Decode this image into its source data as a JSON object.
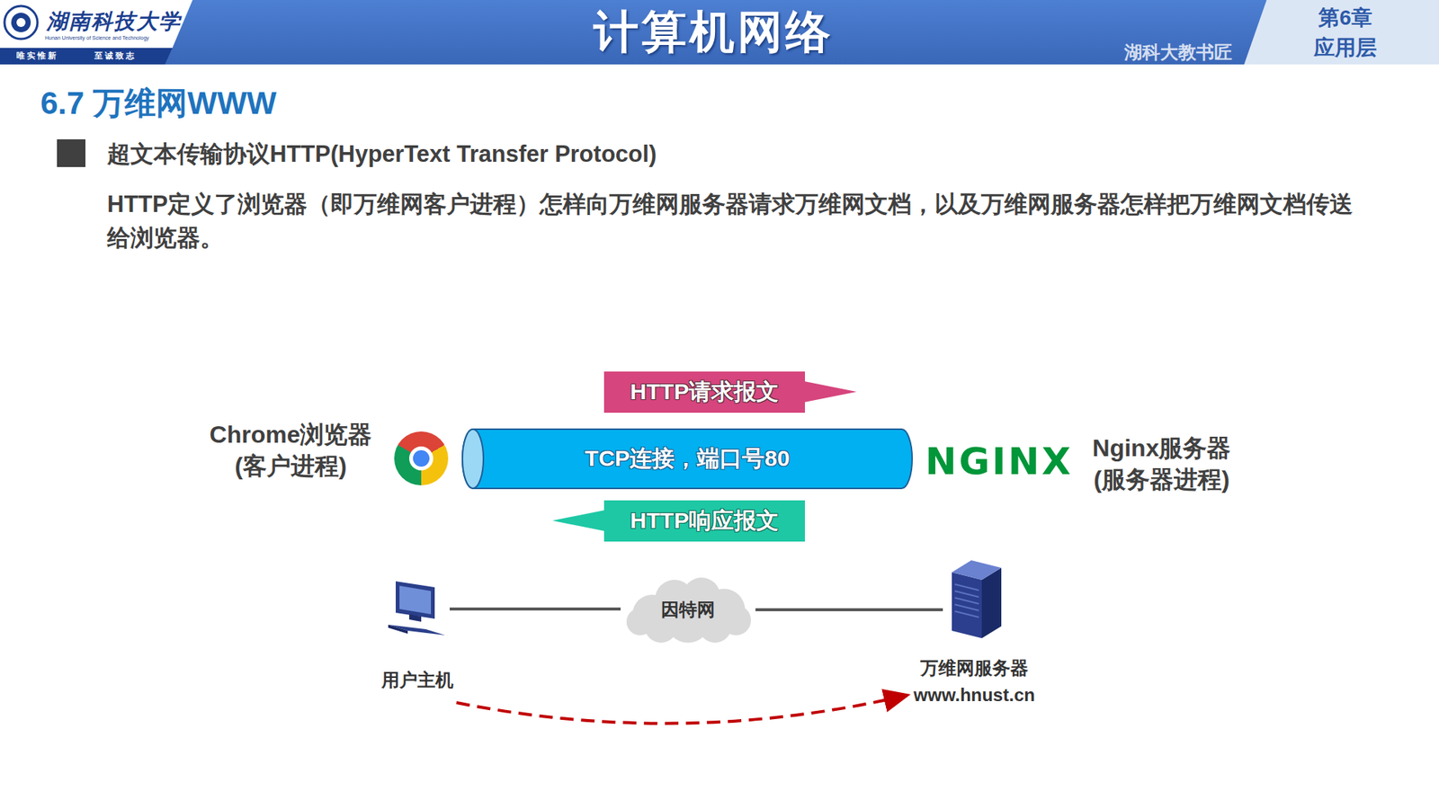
{
  "diagram": {
    "title": "6.7 万维网WWW",
    "nodes": [
      {
        "text": [
          "HTTP请求报文"
        ]
      },
      {
        "text": [
          "TCP连接，端口号80"
        ]
      },
      {
        "text": [
          "HTTP响应报文"
        ]
      },
      {
        "text": [
          "用户主机"
        ]
      },
      {
        "text": [
          "因特网"
        ]
      },
      {
        "text": [
          "万维网服务器",
          "www.hnust.cn"
        ]
      }
    ],
    "edges": [
      {
        "from": 3,
        "to": 4,
        "arrow": "none"
      },
      {
        "from": 4,
        "to": 5,
        "arrow": "none"
      },
      {
        "from": 3,
        "to": 5,
        "arrow": "to"
      }
    ],
    "labels": [
      "湖南科技大学",
      "Hunan University of Science and Technology",
      "唯 实 惟 新",
      "至 诚 致 志",
      "计算机网络",
      "第6章",
      "应用层",
      "湖科大教书匠",
      "超文本传输协议HTTP(HyperText Transfer Protocol)",
      "HTTP定义了浏览器（即万维网客户进程）怎样向万维网服务器请求万维网文档，以及万维网服务器怎样把万维网文档传送给浏览器。",
      "Chrome浏览器 (客户进程)",
      "NGINX",
      "Nginx服务器 (服务器进程)"
    ]
  }
}
